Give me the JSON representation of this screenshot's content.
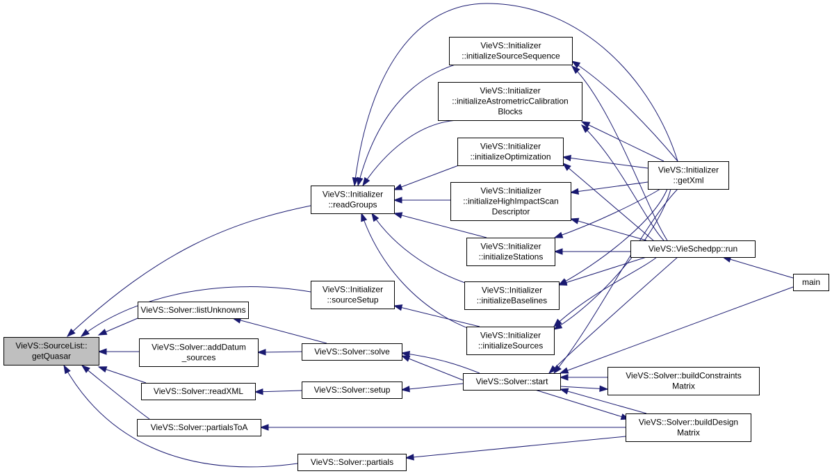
{
  "colors": {
    "edge": "#191970",
    "root_fill": "#bfbfbf",
    "node_fill": "#ffffff"
  },
  "nodes": {
    "getQuasar": {
      "lines": [
        "VieVS::SourceList::",
        "getQuasar"
      ]
    },
    "readGroups": {
      "lines": [
        "VieVS::Initializer",
        "::readGroups"
      ]
    },
    "sourceSetup": {
      "lines": [
        "VieVS::Initializer",
        "::sourceSetup"
      ]
    },
    "listUnknowns": {
      "lines": [
        "VieVS::Solver::listUnknowns"
      ]
    },
    "addDatum": {
      "lines": [
        "VieVS::Solver::addDatum",
        "_sources"
      ]
    },
    "readXML": {
      "lines": [
        "VieVS::Solver::readXML"
      ]
    },
    "partialsToA": {
      "lines": [
        "VieVS::Solver::partialsToA"
      ]
    },
    "partials": {
      "lines": [
        "VieVS::Solver::partials"
      ]
    },
    "solve": {
      "lines": [
        "VieVS::Solver::solve"
      ]
    },
    "setup": {
      "lines": [
        "VieVS::Solver::setup"
      ]
    },
    "start": {
      "lines": [
        "VieVS::Solver::start"
      ]
    },
    "initSrcSeq": {
      "lines": [
        "VieVS::Initializer",
        "::initializeSourceSequence"
      ]
    },
    "initAstro": {
      "lines": [
        "VieVS::Initializer",
        "::initializeAstrometricCalibration",
        "Blocks"
      ]
    },
    "initOpt": {
      "lines": [
        "VieVS::Initializer",
        "::initializeOptimization"
      ]
    },
    "initHIS": {
      "lines": [
        "VieVS::Initializer",
        "::initializeHighImpactScan",
        "Descriptor"
      ]
    },
    "initStations": {
      "lines": [
        "VieVS::Initializer",
        "::initializeStations"
      ]
    },
    "initBaselines": {
      "lines": [
        "VieVS::Initializer",
        "::initializeBaselines"
      ]
    },
    "initSources": {
      "lines": [
        "VieVS::Initializer",
        "::initializeSources"
      ]
    },
    "getXml": {
      "lines": [
        "VieVS::Initializer",
        "::getXml"
      ]
    },
    "run": {
      "lines": [
        "VieVS::VieSchedpp::run"
      ]
    },
    "main": {
      "lines": [
        "main"
      ]
    },
    "buildConstraints": {
      "lines": [
        "VieVS::Solver::buildConstraints",
        "Matrix"
      ]
    },
    "buildDesign": {
      "lines": [
        "VieVS::Solver::buildDesign",
        "Matrix"
      ]
    }
  }
}
